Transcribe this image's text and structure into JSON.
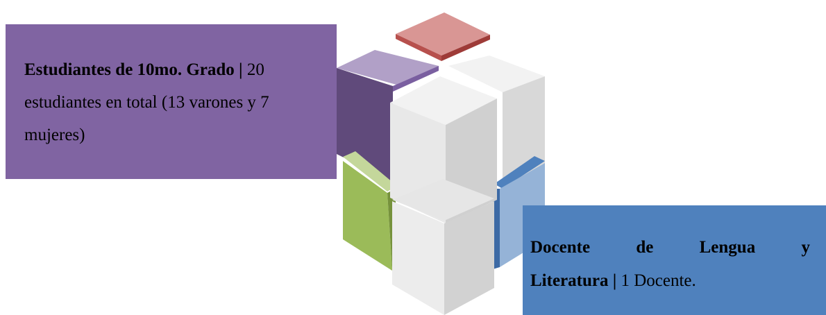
{
  "card_purple": {
    "bold": "Estudiantes de 10mo. Grado |",
    "text": " 20 estudiantes en total (13 varones y 7 mujeres)"
  },
  "card_blue": {
    "word1": "Docente",
    "word2": "de",
    "word3": "Lengua",
    "word4": "y",
    "bold2": "Literatura |",
    "text": " 1 Docente."
  },
  "colors": {
    "purple": "#8064a2",
    "blue": "#4f81bd",
    "red": "#d99694",
    "green": "#9bbb59",
    "light": "#f2f2f2"
  }
}
